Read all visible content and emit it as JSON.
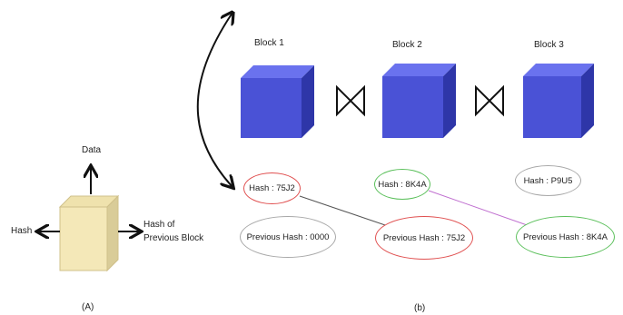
{
  "panel_a": {
    "arrow_up_label": "Data",
    "arrow_left_label": "Hash",
    "arrow_right_label_line1": "Hash of",
    "arrow_right_label_line2": "Previous Block",
    "caption": "(A)"
  },
  "panel_b": {
    "caption": "(b)",
    "blocks": [
      {
        "label": "Block 1",
        "hash": "Hash : 75J2",
        "previous_hash": "Previous Hash : 0000"
      },
      {
        "label": "Block 2",
        "hash": "Hash : 8K4A",
        "previous_hash": "Previous Hash : 75J2"
      },
      {
        "label": "Block 3",
        "hash": "Hash : P9U5",
        "previous_hash": "Previous Hash : 8K4A"
      }
    ]
  },
  "colors": {
    "block_front": "#4a52d6",
    "block_top": "#6a72ee",
    "block_side": "#2e36a8",
    "cube_front": "#f4e8b8",
    "cube_side": "#d9cc98",
    "red": "#e05050",
    "green": "#5cc05c",
    "gray": "#a8a8a8",
    "link_gray": "#555555",
    "link_purple": "#c070d0"
  }
}
